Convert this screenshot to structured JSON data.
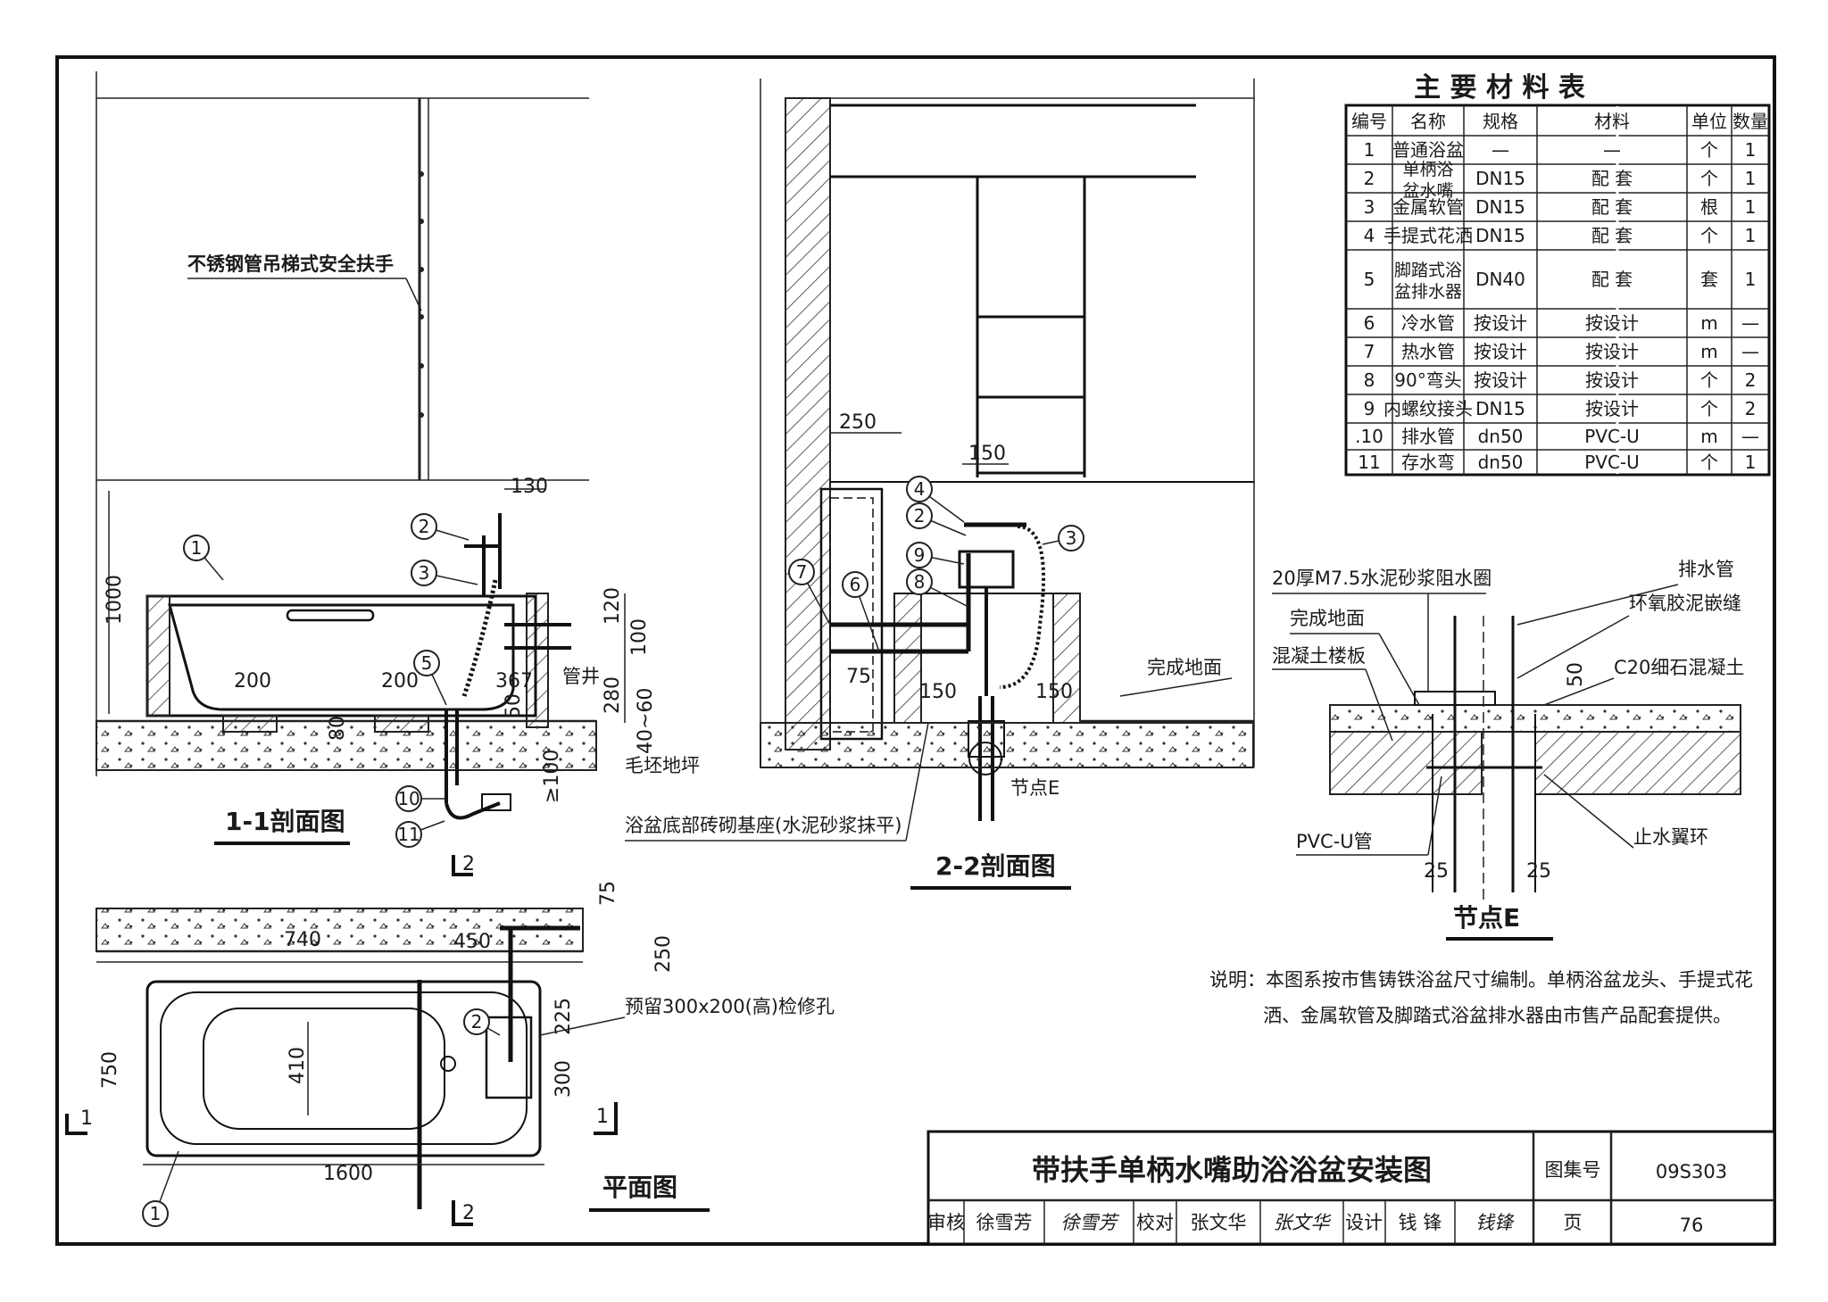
{
  "table": {
    "title": "主 要 材 料 表",
    "headers": [
      "编号",
      "名称",
      "规格",
      "材料",
      "单位",
      "数量"
    ],
    "rows": [
      [
        "1",
        "普通浴盆",
        "—",
        "—",
        "个",
        "1"
      ],
      [
        "2",
        "单柄浴盆水嘴",
        "DN15",
        "配 套",
        "个",
        "1"
      ],
      [
        "3",
        "金属软管",
        "DN15",
        "配 套",
        "根",
        "1"
      ],
      [
        "4",
        "手提式花洒",
        "DN15",
        "配 套",
        "个",
        "1"
      ],
      [
        "5",
        "脚踏式浴盆排水器",
        "DN40",
        "配 套",
        "套",
        "1"
      ],
      [
        "6",
        "冷水管",
        "按设计",
        "按设计",
        "m",
        "—"
      ],
      [
        "7",
        "热水管",
        "按设计",
        "按设计",
        "m",
        "—"
      ],
      [
        "8",
        "90°弯头",
        "按设计",
        "按设计",
        "个",
        "2"
      ],
      [
        "9",
        "内螺纹接头",
        "DN15",
        "按设计",
        "个",
        "2"
      ],
      [
        ".10",
        "排水管",
        "dn50",
        "PVC-U",
        "m",
        "—"
      ],
      [
        "11",
        "存水弯",
        "dn50",
        "PVC-U",
        "个",
        "1"
      ]
    ]
  },
  "section11": {
    "title": "1-1剖面图",
    "labels": {
      "handrail": "不锈钢管吊梯式安全扶手",
      "pipe_well": "管井",
      "rough_floor": "毛坯地坪"
    },
    "dims": [
      "1000",
      "130",
      "120",
      "100",
      "280",
      "40~60",
      "≥100",
      "200",
      "200",
      "367",
      "50",
      "80"
    ],
    "callouts": [
      "1",
      "2",
      "3",
      "5",
      "10",
      "11"
    ]
  },
  "section22": {
    "title": "2-2剖面图",
    "labels": {
      "base": "浴盆底部砖砌基座(水泥砂浆抹平)",
      "finished_floor": "完成地面",
      "node_e": "节点E"
    },
    "dims": [
      "250",
      "150",
      "75",
      "150",
      "150"
    ],
    "callouts": [
      "4",
      "2",
      "9",
      "8",
      "3",
      "7",
      "6"
    ]
  },
  "plan": {
    "title": "平面图",
    "labels": {
      "access_hole": "预留300x200(高)检修孔"
    },
    "dims": [
      "740",
      "450",
      "75",
      "250",
      "225",
      "300",
      "750",
      "410",
      "1600"
    ],
    "callouts": [
      "2",
      "1"
    ],
    "section_marks": [
      "1",
      "1",
      "2",
      "2"
    ]
  },
  "node": {
    "title": "节点E",
    "labels": {
      "ring": "20厚M7.5水泥砂浆阻水圈",
      "drain": "排水管",
      "epoxy": "环氧胶泥嵌缝",
      "finished": "完成地面",
      "slab": "混凝土楼板",
      "c20": "C20细石混凝土",
      "pvc": "PVC-U管",
      "waterstop": "止水翼环"
    },
    "dims": [
      "50",
      "25",
      "25"
    ]
  },
  "note": {
    "line1": "说明：本图系按市售铸铁浴盆尺寸编制。单柄浴盆龙头、手提式花",
    "line2": "洒、金属软管及脚踏式浴盆排水器由市售产品配套提供。"
  },
  "title_block": {
    "title": "带扶手单柄水嘴助浴浴盆安装图",
    "atlas_label": "图集号",
    "atlas_no": "09S303",
    "review_label": "审核",
    "reviewer": "徐雪芳",
    "check_label": "校对",
    "checker": "张文华",
    "design_label": "设计",
    "designer": "钱 锋",
    "page_label": "页",
    "page_no": "76",
    "sig1": "徐雪芳",
    "sig2": "张文华",
    "sig3": "钱锋"
  }
}
